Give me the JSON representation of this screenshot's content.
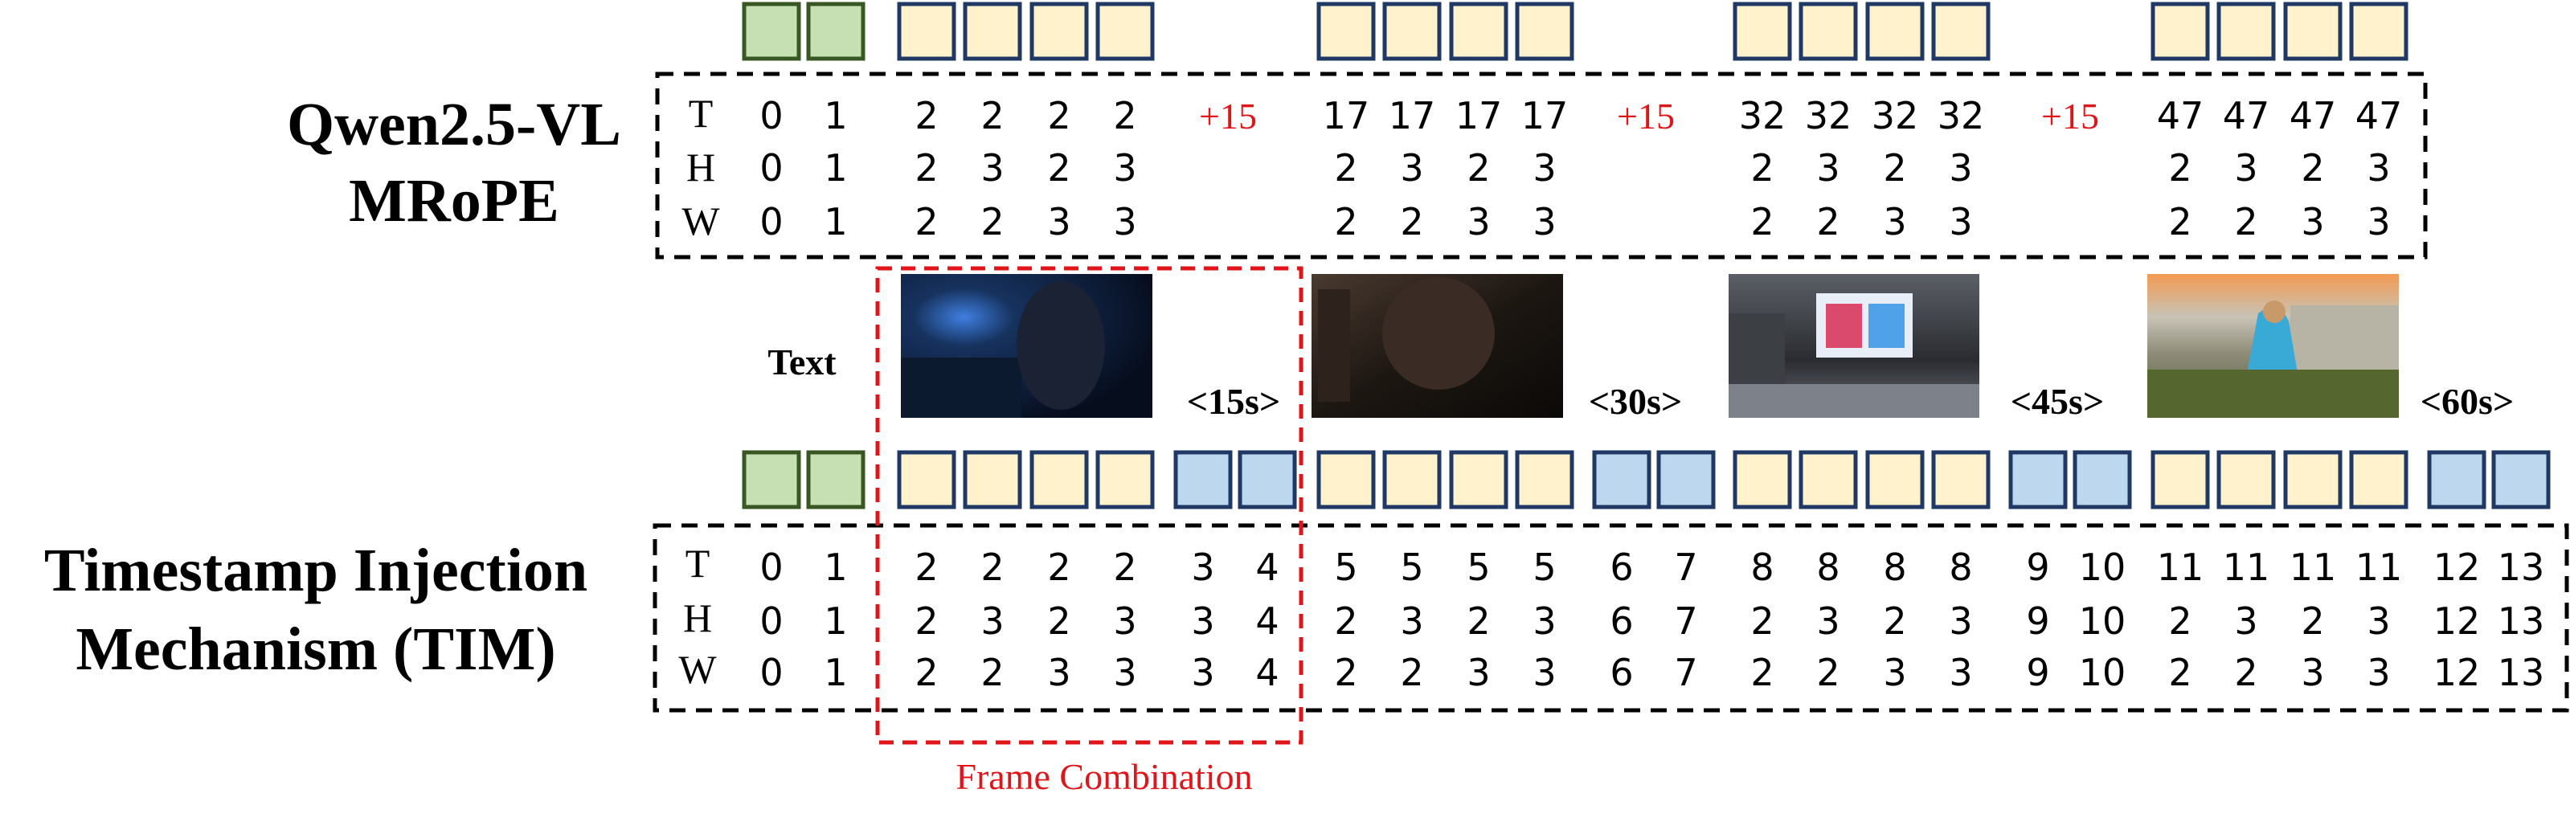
{
  "qwen_section": {
    "title_lines": [
      "Qwen2.5-VL",
      "MRoPE"
    ],
    "axis_labels": [
      "T",
      "H",
      "W"
    ],
    "token_groups": [
      {
        "kind": "text",
        "T": [
          "0",
          "1"
        ],
        "H": [
          "0",
          "1"
        ],
        "W": [
          "0",
          "1"
        ]
      },
      {
        "kind": "video",
        "T": [
          "2",
          "2",
          "2",
          "2"
        ],
        "H": [
          "2",
          "3",
          "2",
          "3"
        ],
        "W": [
          "2",
          "2",
          "3",
          "3"
        ]
      },
      {
        "kind": "video",
        "T": [
          "17",
          "17",
          "17",
          "17"
        ],
        "H": [
          "2",
          "3",
          "2",
          "3"
        ],
        "W": [
          "2",
          "2",
          "3",
          "3"
        ]
      },
      {
        "kind": "video",
        "T": [
          "32",
          "32",
          "32",
          "32"
        ],
        "H": [
          "2",
          "3",
          "2",
          "3"
        ],
        "W": [
          "2",
          "2",
          "3",
          "3"
        ]
      },
      {
        "kind": "video",
        "T": [
          "47",
          "47",
          "47",
          "47"
        ],
        "H": [
          "2",
          "3",
          "2",
          "3"
        ],
        "W": [
          "2",
          "2",
          "3",
          "3"
        ]
      }
    ],
    "increments": [
      "+15",
      "+15",
      "+15"
    ]
  },
  "middle": {
    "text_label": "Text",
    "frames": [
      {
        "scene": "dark-blue-room",
        "timestamp": "<15s>"
      },
      {
        "scene": "dark-portrait",
        "timestamp": "<30s>"
      },
      {
        "scene": "city-night-billboards",
        "timestamp": "<45s>"
      },
      {
        "scene": "cliff-hiker-sunset",
        "timestamp": "<60s>"
      }
    ]
  },
  "tim_section": {
    "title_lines": [
      "Timestamp Injection",
      "Mechanism (TIM)"
    ],
    "axis_labels": [
      "T",
      "H",
      "W"
    ],
    "token_groups": [
      {
        "kind": "text",
        "T": [
          "0",
          "1"
        ],
        "H": [
          "0",
          "1"
        ],
        "W": [
          "0",
          "1"
        ]
      },
      {
        "kind": "video",
        "T": [
          "2",
          "2",
          "2",
          "2"
        ],
        "H": [
          "2",
          "3",
          "2",
          "3"
        ],
        "W": [
          "2",
          "2",
          "3",
          "3"
        ]
      },
      {
        "kind": "timestamp",
        "T": [
          "3",
          "4"
        ],
        "H": [
          "3",
          "4"
        ],
        "W": [
          "3",
          "4"
        ]
      },
      {
        "kind": "video",
        "T": [
          "5",
          "5",
          "5",
          "5"
        ],
        "H": [
          "2",
          "3",
          "2",
          "3"
        ],
        "W": [
          "2",
          "2",
          "3",
          "3"
        ]
      },
      {
        "kind": "timestamp",
        "T": [
          "6",
          "7"
        ],
        "H": [
          "6",
          "7"
        ],
        "W": [
          "6",
          "7"
        ]
      },
      {
        "kind": "video",
        "T": [
          "8",
          "8",
          "8",
          "8"
        ],
        "H": [
          "2",
          "3",
          "2",
          "3"
        ],
        "W": [
          "2",
          "2",
          "3",
          "3"
        ]
      },
      {
        "kind": "timestamp",
        "T": [
          "9",
          "10"
        ],
        "H": [
          "9",
          "10"
        ],
        "W": [
          "9",
          "10"
        ]
      },
      {
        "kind": "video",
        "T": [
          "11",
          "11",
          "11",
          "11"
        ],
        "H": [
          "2",
          "3",
          "2",
          "3"
        ],
        "W": [
          "2",
          "2",
          "3",
          "3"
        ]
      },
      {
        "kind": "timestamp",
        "T": [
          "12",
          "13"
        ],
        "H": [
          "12",
          "13"
        ],
        "W": [
          "12",
          "13"
        ]
      }
    ],
    "frame_combination_label": "Frame Combination"
  },
  "colors": {
    "text_token_fill": "#c6e0b4",
    "text_token_stroke": "#385723",
    "video_token_fill": "#fff2cc",
    "timestamp_token_fill": "#bdd7ee",
    "token_stroke": "#1f3864",
    "highlight": "#e0151a"
  }
}
